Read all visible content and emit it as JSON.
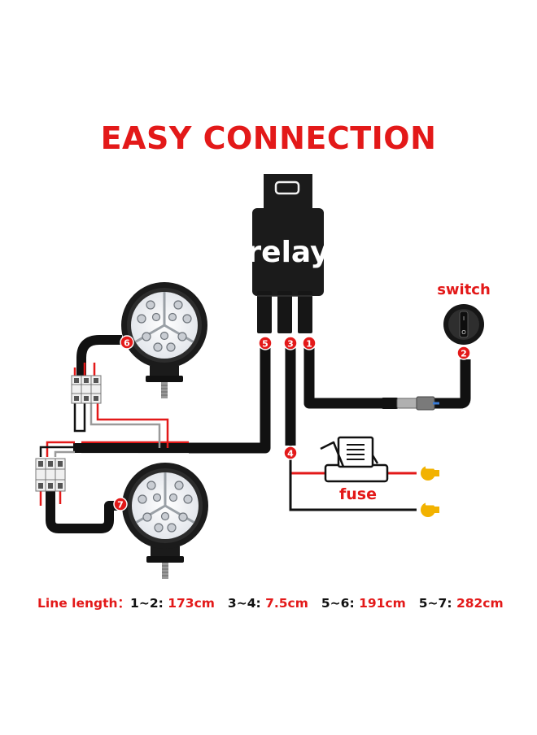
{
  "title": "EASY CONNECTION",
  "relay_label": "relay",
  "switch_label": "switch",
  "fuse_label": "fuse",
  "markers": [
    "1",
    "2",
    "3",
    "4",
    "5",
    "6",
    "7"
  ],
  "legend": {
    "prefix": "Line length：",
    "items": [
      {
        "pins": "1~2:",
        "length": "173cm"
      },
      {
        "pins": "3~4:",
        "length": "7.5cm"
      },
      {
        "pins": "5~6:",
        "length": "191cm"
      },
      {
        "pins": "5~7:",
        "length": "282cm"
      }
    ]
  },
  "colors": {
    "title": "#e31919",
    "marker": "#e31919",
    "terminal": "#f2b200",
    "cable": "#111111",
    "wire_red": "#e31919",
    "wire_gray": "#9a9a9a"
  }
}
